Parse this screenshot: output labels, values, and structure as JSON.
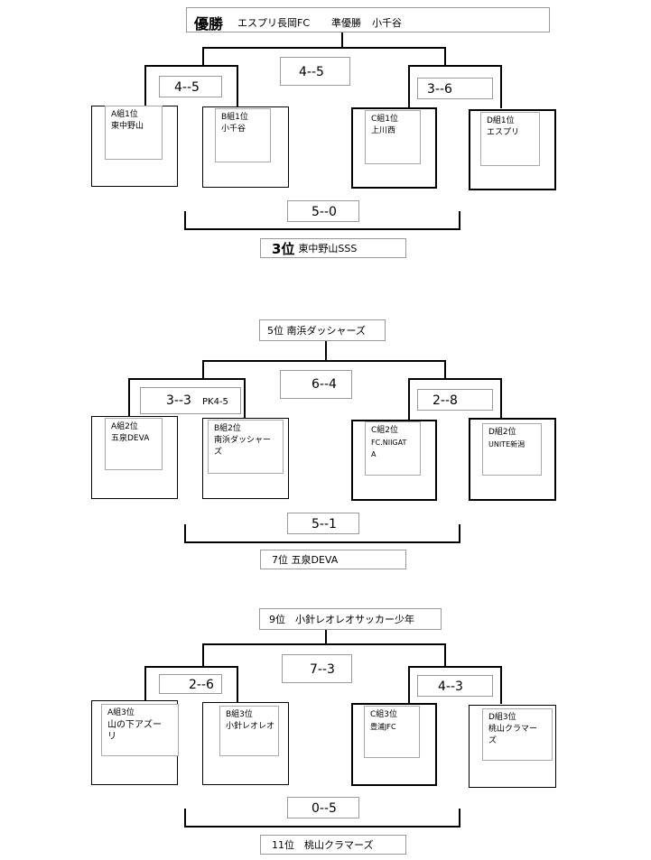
{
  "bracket1": {
    "winner_label": "優勝",
    "winner_team": "エスプリ長岡FC",
    "runnerup_label": "準優勝",
    "runnerup_team": "小千谷",
    "final_score": "4--5",
    "semi_left_score": "4--5",
    "semi_right_score": "3--6",
    "team_a": {
      "group": "A組1位",
      "name": "東中野山"
    },
    "team_b": {
      "group": "B組1位",
      "name": "小千谷"
    },
    "team_c": {
      "group": "C組1位",
      "name": "上川西"
    },
    "team_d": {
      "group": "D組1位",
      "name": "エスプリ"
    },
    "third_score": "5--0",
    "third_label": "3位",
    "third_team": "東中野山SSS"
  },
  "bracket2": {
    "top_result": "5位 南浜ダッシャーズ",
    "final_score": "6--4",
    "semi_left_score": "3--3",
    "semi_left_pk": "PK4-5",
    "semi_right_score": "2--8",
    "team_a": {
      "group": "A組2位",
      "name": "五泉DEVA"
    },
    "team_b": {
      "group": "B組2位",
      "name_line1": "南浜ダッシャー",
      "name_line2": "ズ"
    },
    "team_c": {
      "group": "C組2位",
      "name_line1": "FC.NIIGAT",
      "name_line2": "A"
    },
    "team_d": {
      "group": "D組2位",
      "name": "UNITE新潟"
    },
    "bottom_score": "5--1",
    "bottom_result": "7位 五泉DEVA"
  },
  "bracket3": {
    "top_result": "9位　小針レオレオサッカー少年",
    "final_score": "7--3",
    "semi_left_score": "2--6",
    "semi_right_score": "4--3",
    "team_a": {
      "group": "A組3位",
      "name_line1": "山の下アズー",
      "name_line2": "リ"
    },
    "team_b": {
      "group": "B組3位",
      "name": "小針レオレオ"
    },
    "team_c": {
      "group": "C組3位",
      "name": "豊浦JFC"
    },
    "team_d": {
      "group": "D組3位",
      "name_line1": "桃山クラマー",
      "name_line2": "ズ"
    },
    "bottom_score": "0--5",
    "bottom_result": "11位　桃山クラマーズ"
  }
}
